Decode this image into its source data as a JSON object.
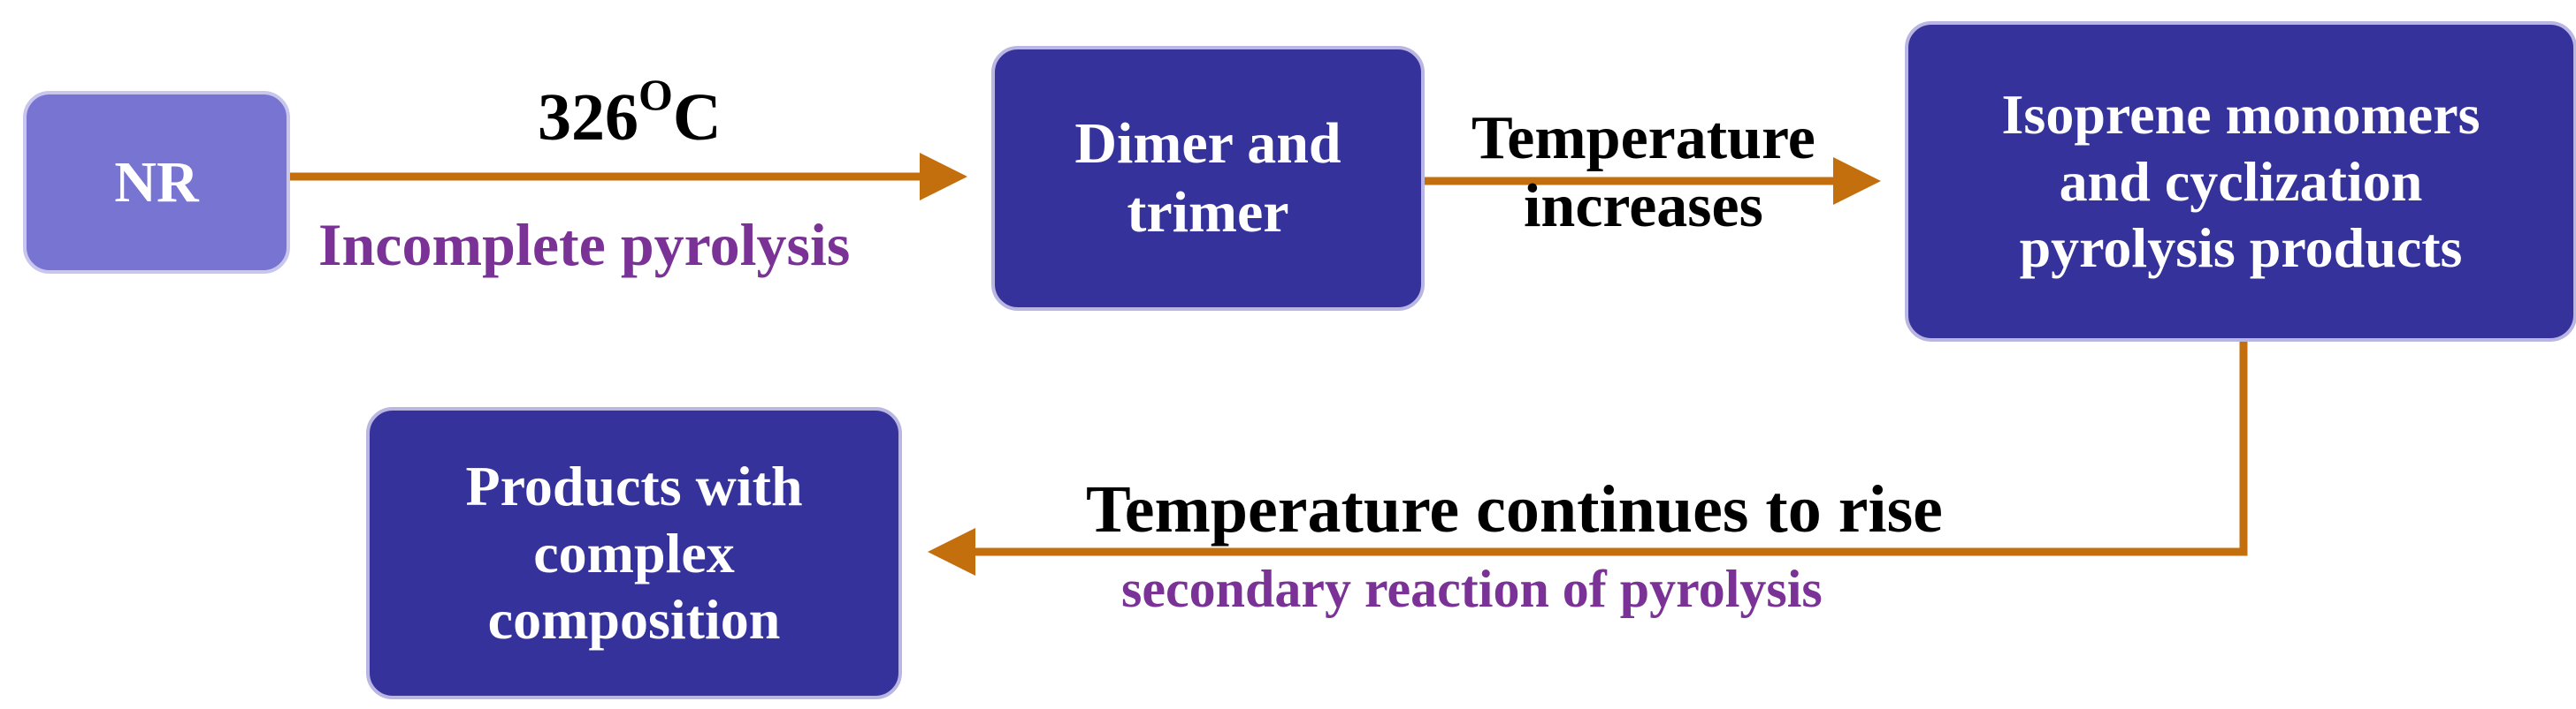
{
  "nodes": {
    "nr": {
      "label": "NR"
    },
    "dimer": {
      "lines": [
        "Dimer and",
        "trimer"
      ]
    },
    "isoprene": {
      "lines": [
        "Isoprene monomers",
        "and cyclization",
        "pyrolysis products"
      ]
    },
    "products": {
      "lines": [
        "Products with",
        "complex",
        "composition"
      ]
    }
  },
  "edges": {
    "nr_to_dimer": {
      "temperature_value": "326",
      "temperature_unit_sup": "O",
      "temperature_unit": "C",
      "process": "Incomplete pyrolysis"
    },
    "dimer_to_isoprene": {
      "lines": [
        "Temperature",
        "increases"
      ]
    },
    "isoprene_to_products": {
      "condition": "Temperature continues to rise",
      "process": "secondary reaction of pyrolysis"
    }
  },
  "colors": {
    "box_dark": "#35339b",
    "box_light": "#7774d2",
    "box_border": "#b9b6e2",
    "arrow": "#c36f0d",
    "purple_text": "#7b3296",
    "black_text": "#000000"
  }
}
